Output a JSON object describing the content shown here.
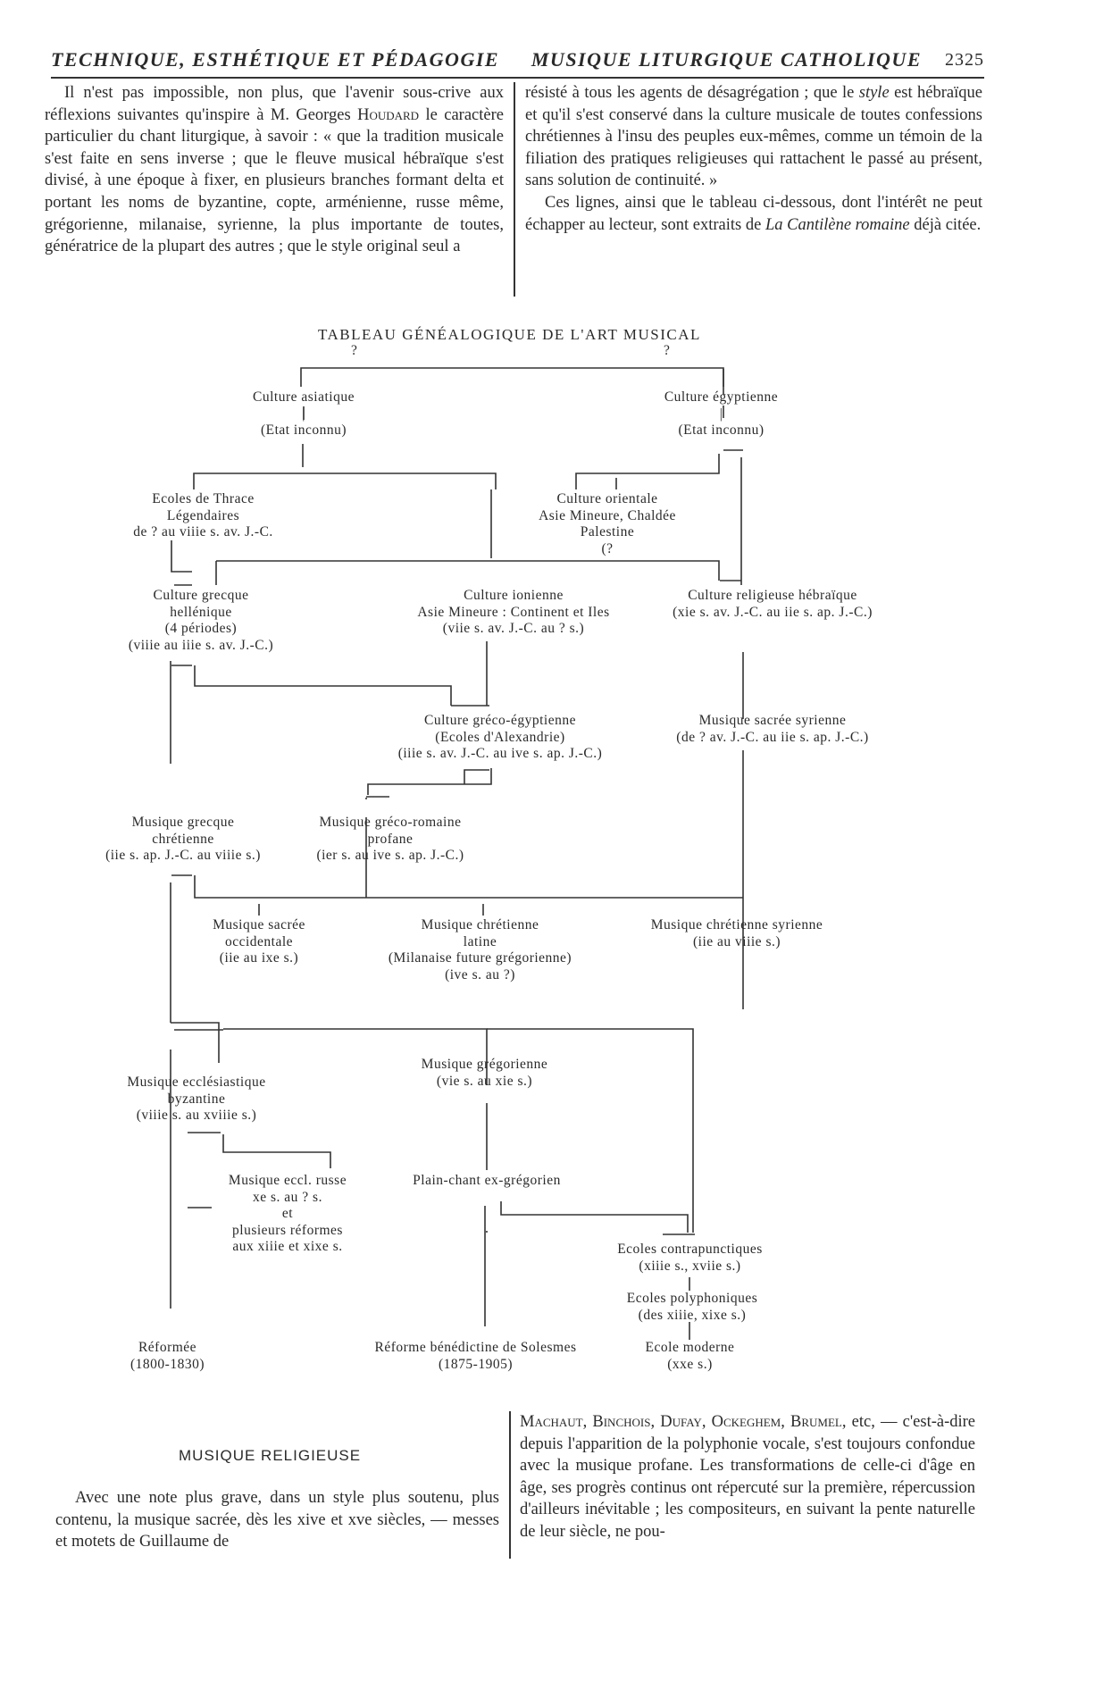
{
  "header": {
    "left": "TECHNIQUE, ESTHÉTIQUE ET PÉDAGOGIE",
    "right": "MUSIQUE LITURGIQUE CATHOLIQUE",
    "page_number": "2325"
  },
  "intro": {
    "left_col": {
      "p1_a": "Il n'est pas impossible, non plus, que l'avenir sous-crive aux réflexions suivantes qu'inspire à M. Georges ",
      "author": "Houdard",
      "p1_b": " le caractère particulier du chant liturgique, à savoir : « que la tradition musicale s'est faite en sens inverse ; que le fleuve musical hébraïque s'est divisé, à une époque à fixer, en plusieurs branches formant delta et portant les noms de byzantine, copte, arménienne, russe même, grégorienne, milanaise, syrienne, la plus importante de toutes, génératrice de la plupart des autres ; que le style original seul a"
    },
    "right_col": {
      "p1_a": "résisté à tous les agents de désagrégation ; que le ",
      "p1_style": "style",
      "p1_b": " est hébraïque et qu'il s'est conservé dans la culture musicale de toutes confessions chrétiennes à l'insu des peuples eux-mêmes, comme un témoin de la filiation des pratiques religieuses qui rattachent le passé au présent, sans solution de continuité. »",
      "p2_a": "Ces lignes, ainsi que le tableau ci-dessous, dont l'intérêt ne peut échapper au lecteur, sont extraits de ",
      "p2_title": "La Cantilène romaine",
      "p2_b": " déjà citée."
    }
  },
  "diagram": {
    "title": "TABLEAU GÉNÉALOGIQUE DE L'ART MUSICAL",
    "q1": "?",
    "q2": "?",
    "nodes": {
      "culture_asiatique": [
        "Culture asiatique",
        "|",
        "(Etat inconnu)"
      ],
      "culture_egyptienne": [
        "Culture égyptienne",
        "|",
        "(Etat inconnu)"
      ],
      "ecoles_thrace": [
        "Ecoles de Thrace",
        "Légendaires",
        "de ? au viiie s. av. J.-C."
      ],
      "culture_orientale": [
        "Culture orientale",
        "Asie Mineure, Chaldée",
        "Palestine",
        "(?"
      ],
      "culture_grecque": [
        "Culture grecque",
        "hellénique",
        "(4 périodes)",
        "(viiie au iiie s. av. J.-C.)"
      ],
      "culture_ionienne": [
        "Culture ionienne",
        "Asie Mineure : Continent et Iles",
        "(viie s. av. J.-C. au ? s.)"
      ],
      "culture_hebraique": [
        "Culture religieuse hébraïque",
        "(xie s. av. J.-C. au iie s. ap. J.-C.)"
      ],
      "culture_greco_egyptienne": [
        "Culture gréco-égyptienne",
        "(Ecoles d'Alexandrie)",
        "(iiie s. av. J.-C. au ive s. ap. J.-C.)"
      ],
      "musique_syrienne": [
        "Musique sacrée syrienne",
        "(de ? av. J.-C. au iie s. ap. J.-C.)"
      ],
      "musique_grecque_chretienne": [
        "Musique grecque",
        "chrétienne",
        "(iie s. ap. J.-C. au viiie s.)"
      ],
      "musique_greco_romaine": [
        "Musique gréco-romaine",
        "profane",
        "(ier s. au ive s. ap. J.-C.)"
      ],
      "musique_occidentale": [
        "Musique sacrée",
        "occidentale",
        "(iie au ixe s.)"
      ],
      "musique_latine": [
        "Musique chrétienne",
        "latine",
        "(Milanaise future grégorienne)",
        "(ive s. au ?)"
      ],
      "musique_chretienne_syrienne": [
        "Musique chrétienne syrienne",
        "(iie au viiie s.)"
      ],
      "musique_byzantine": [
        "Musique ecclésiastique",
        "byzantine",
        "(viiie s. au xviiie s.)"
      ],
      "musique_gregorienne": [
        "Musique grégorienne",
        "(vie s. au xie s.)"
      ],
      "musique_russe": [
        "Musique eccl. russe",
        "xe s. au ? s.",
        "et",
        "plusieurs réformes",
        "aux xiiie et xixe s."
      ],
      "plain_chant": [
        "Plain-chant ex-grégorien"
      ],
      "ecoles_contrapunctiques": [
        "Ecoles contrapunctiques",
        "(xiiie s., xviie s.)"
      ],
      "ecoles_polyphoniques": [
        "Ecoles polyphoniques",
        "(des xiiie, xixe s.)"
      ],
      "reformee": [
        "Réformée",
        "(1800-1830)"
      ],
      "reforme_solesmes": [
        "Réforme bénédictine de Solesmes",
        "(1875-1905)"
      ],
      "ecole_moderne": [
        "Ecole moderne",
        "(xxe s.)"
      ]
    }
  },
  "section": {
    "title": "MUSIQUE RELIGIEUSE",
    "left_col": "Avec une note plus grave, dans un style plus soutenu, plus contenu, la musique sacrée, dès les xive et xve siècles, — messes et motets de Guillaume de",
    "right_col_names": "Machaut, Binchois, Dufay, Ockeghem, Brumel",
    "right_col": ", etc, — c'est-à-dire depuis l'apparition de la polyphonie vocale, s'est toujours confondue avec la musique profane. Les transformations de celle-ci d'âge en âge, ses progrès continus ont répercuté sur la première, répercussion d'ailleurs inévitable ; les compositeurs, en suivant la pente naturelle de leur siècle, ne pou-"
  }
}
